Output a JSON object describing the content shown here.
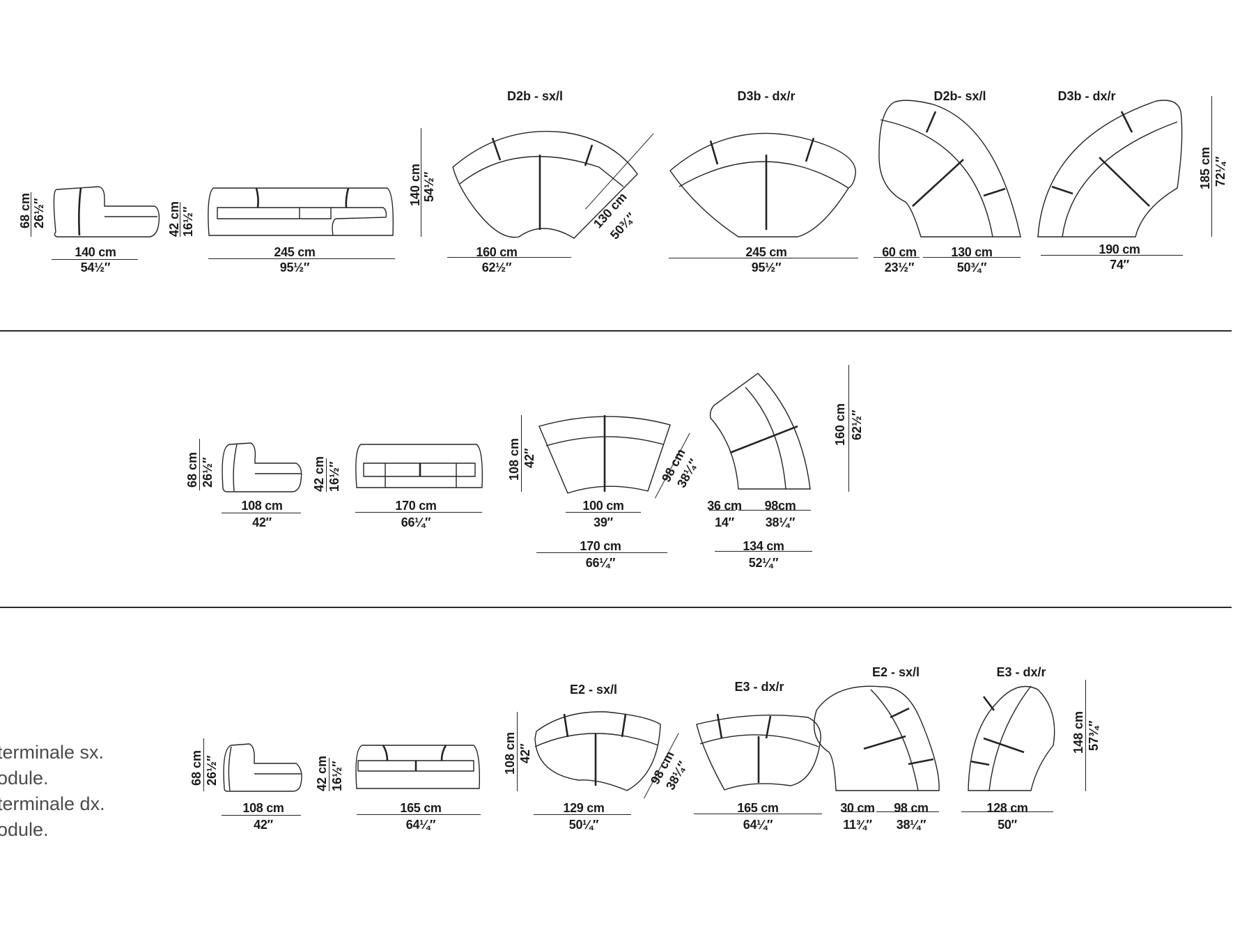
{
  "rows": [
    {
      "side_single": {
        "height_cm": "68 cm",
        "height_in": "26½″",
        "width_cm": "140 cm",
        "width_in": "54½″"
      },
      "front_sofa": {
        "seat_cm": "42 cm",
        "seat_in": "16½″",
        "width_cm": "245 cm",
        "width_in": "95½″"
      },
      "plan_depth": {
        "cm": "140 cm",
        "in": "54½″"
      },
      "curved_a": {
        "title": "D2b - sx/l",
        "width_cm": "160 cm",
        "width_in": "62½″",
        "diag_cm": "130 cm",
        "diag_in": "50¾″"
      },
      "curved_b": {
        "title": "D3b - dx/r",
        "width_cm": "245 cm",
        "width_in": "95½″"
      },
      "corner_a": {
        "title": "D2b- sx/l",
        "w1_cm": "60 cm",
        "w1_in": "23½″",
        "w2_cm": "130 cm",
        "w2_in": "50¾″"
      },
      "corner_b": {
        "title": "D3b - dx/r",
        "width_cm": "190 cm",
        "width_in": "74″",
        "height_cm": "185 cm",
        "height_in": "72¼″"
      }
    },
    {
      "side_single": {
        "height_cm": "68 cm",
        "height_in": "26½″",
        "width_cm": "108 cm",
        "width_in": "42″"
      },
      "front_sofa": {
        "seat_cm": "42 cm",
        "seat_in": "16½″",
        "width_cm": "170 cm",
        "width_in": "66¼″"
      },
      "curved": {
        "depth_cm": "108 cm",
        "depth_in": "42″",
        "inner_cm": "100 cm",
        "inner_in": "39″",
        "outer_cm": "170 cm",
        "outer_in": "66¼″",
        "diag_cm": "98 cm",
        "diag_in": "38¼″"
      },
      "corner": {
        "w1_cm": "36 cm",
        "w1_in": "14″",
        "w2_cm": "98cm",
        "w2_in": "38¼″",
        "total_cm": "134 cm",
        "total_in": "52¼″",
        "height_cm": "160 cm",
        "height_in": "62½″"
      }
    },
    {
      "side_single": {
        "height_cm": "68 cm",
        "height_in": "26½″",
        "width_cm": "108 cm",
        "width_in": "42″"
      },
      "front_sofa": {
        "seat_cm": "42 cm",
        "seat_in": "16½″",
        "width_cm": "165 cm",
        "width_in": "64¼″"
      },
      "curved_a": {
        "title": "E2 - sx/l",
        "depth_cm": "108 cm",
        "depth_in": "42″",
        "width_cm": "129 cm",
        "width_in": "50¼″",
        "diag_cm": "98 cm",
        "diag_in": "38¼″"
      },
      "curved_b": {
        "title": "E3 - dx/r",
        "width_cm": "165 cm",
        "width_in": "64¼″"
      },
      "corner_a": {
        "title": "E2 - sx/l",
        "w1_cm": "30 cm",
        "w1_in": "11¾″",
        "w2_cm": "98 cm",
        "w2_in": "38¼″"
      },
      "corner_b": {
        "title": "E3 - dx/r",
        "width_cm": "128 cm",
        "width_in": "50″",
        "height_cm": "148 cm",
        "height_in": "57¾″"
      }
    }
  ],
  "legend": [
    "terminale sx.",
    "odule.",
    "terminale dx.",
    "odule."
  ],
  "colors": {
    "line": "#222222",
    "legend_text": "#4a4a4a",
    "background": "#ffffff"
  }
}
